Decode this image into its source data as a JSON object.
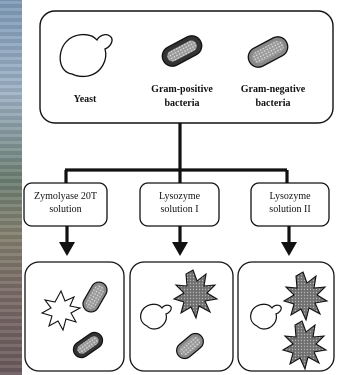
{
  "top_panel": {
    "yeast_label": "Yeast",
    "gram_positive_label": "Gram-positive\nbacteria",
    "gram_negative_label": "Gram-negative\nbacteria"
  },
  "treatments": [
    {
      "label": "Zymolyase 20T\nsolution"
    },
    {
      "label": "Lysozyme\nsolution I"
    },
    {
      "label": "Lysozyme\nsolution II"
    }
  ],
  "colors": {
    "line": "#111111",
    "gram_positive_fill": "#333333",
    "gram_negative_fill": "#8a8a8a",
    "lysed_fill": "#7d7d7d"
  },
  "icons": [
    "yeast-cell-icon",
    "gram-positive-rod-icon",
    "gram-negative-rod-icon",
    "burst-cell-icon",
    "down-arrow-icon"
  ]
}
